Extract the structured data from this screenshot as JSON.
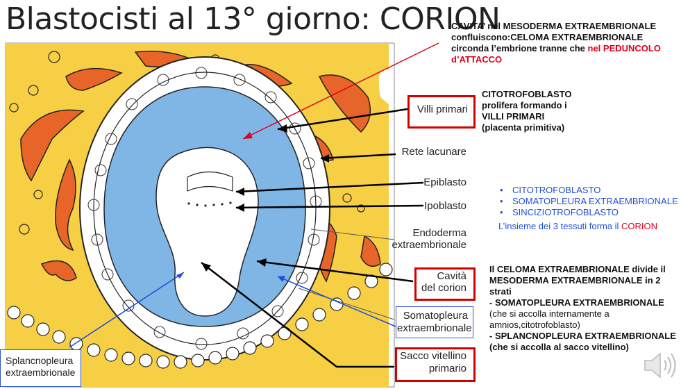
{
  "title": "Blastocisti al 13° giorno: CORION",
  "notes": {
    "cavita": {
      "part1": "CAVITA’ nel MESODERMA EXTRAEMBRIONALE confluiscono:CELOMA EXTRAEMBRIONALE circonda l’embrione tranne che ",
      "highlight": "nel PEDUNCOLO d’ATTACCO"
    },
    "citotrofoblasto": "CITOTROFOBLASTO prolifera formando i VILLI PRIMARI (placenta primitiva)",
    "tissues": [
      "CITOTROFOBLASTO",
      "SOMATOPLEURA EXTRAEMBRIONALE",
      "SINCIZIOTROFOBLASTO"
    ],
    "corion_prefix": "L’insieme dei 3 tessuti forma il ",
    "corion_word": "CORION",
    "celoma": {
      "lead": "Il CELOMA EXTRAEMBRIONALE divide il MESODERMA EXTRAEMBRIONALE in 2 strati",
      "somato_line": "- SOMATOPLEURA EXTRAEMBRIONALE",
      "somato_detail": "(che si accolla internamente a amnios,citotrofoblasto)",
      "splancno_line": "- SPLANCNOPLEURA EXTRAEMBRIONALE (che si accolla al sacco vitellino)"
    }
  },
  "figure_labels": {
    "villi_primari": "Villi primari",
    "rete_lacunare": "Rete lacunare",
    "epiblasto": "Epiblasto",
    "ipoblasto": "Ipoblasto",
    "endoderma_1": "Endoderma",
    "endoderma_2": "extraembrionale",
    "cavita_1": "Cavità",
    "cavita_2": "del corion",
    "somatopleura_1": "Somatopleura",
    "somatopleura_2": "extraembrionale",
    "sacco_1": "Sacco vitellino",
    "sacco_2": "primario",
    "splancnopleura_1": "Splancnopleura",
    "splancnopleura_2": "extraembrionale"
  },
  "colors": {
    "trophoblast_yellow": "#f7cf45",
    "lacunae_orange": "#e8652a",
    "cavity_blue": "#7fb6e6",
    "highlight_red": "#e0001b",
    "list_blue": "#1f4fd8"
  },
  "icons": [
    "speaker-icon"
  ]
}
